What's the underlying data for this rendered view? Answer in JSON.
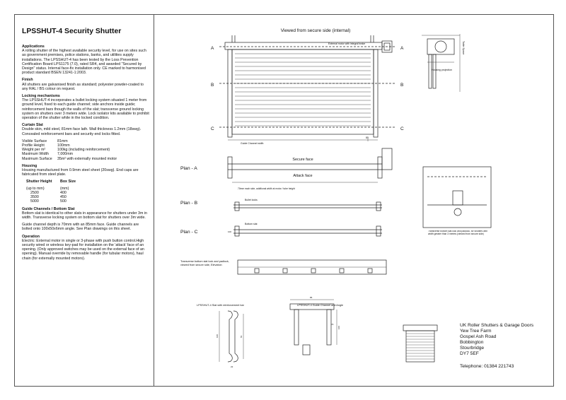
{
  "left": {
    "title": "LPSSHUT-4 Security Shutter",
    "applications_heading": "Applications",
    "applications_text": "A rolling shutter of the highest available security level, for use on sites such as government premises, police stations, banks, and utilities supply installations. The LPSSHUT-4 has been tested by the Loss Prevention Certification Board LPS1175 (7.0), rated SR4, and awarded \"Secured by Design\" status. Internal face-fix installation only. CE marked to harmonised product standard BSEN 13241-1:2003.",
    "finish_heading": "Finish",
    "finish_text": "All shutters are galvanised finish as standard; polyester powder-coated to any RAL / BS colour on request.",
    "locking_heading": "Locking mechanisms",
    "locking_text": "The LPSSHUT-4 incorporates a bullet locking system situated 1 meter from ground level, fixed to each guide channel; side anchors inside guide; reinforcement bars though the walls of the slat; transverse ground locking system on shutters over 3 meters wide. Lock isolator kits available to prohibit operation of the shutter while in the locked condition.",
    "curtain_heading": "Curtain Slat",
    "curtain_text": "Double skin, mild steel, 81mm face lath. Wall thickness 1.2mm (18swg). Concealed reinforcement bars and security end locks fitted.",
    "specs": [
      {
        "label": "Visible Surface",
        "value": "81mm"
      },
      {
        "label": "Profile Height",
        "value": "100mm"
      },
      {
        "label": "Weight per m²",
        "value": "100kg (including reinforcement)"
      },
      {
        "label": "Maximum Width",
        "value": "7,000mm"
      },
      {
        "label": "Maximum Surface",
        "value": "35m² with externally mounted motor"
      }
    ],
    "housing_heading": "Housing",
    "housing_text": "Housing manufactured from 0.9mm steel sheet (20swg). End caps are fabricated from steel plate.",
    "box_header_1": "Shutter Height",
    "box_header_2": "Box Size",
    "box_unit_1": "(up to mm)",
    "box_unit_2": "(mm)",
    "box_rows": [
      {
        "h": "2500",
        "b": "400"
      },
      {
        "h": "3500",
        "b": "450"
      },
      {
        "h": "5000",
        "b": "500"
      }
    ],
    "guide_heading": "Guide Channels / Bottom Slat",
    "guide_text": "Bottom slat is identical to other slats in appearance for shutters under 3m in width. Transverse locking system on bottom slat for shutters over 3m wide.",
    "guide_text2": "Guide channel depth is 70mm with an 85mm face. Guide channels are bolted onto 100x50x6mm angle. See Plan drawings on this sheet.",
    "operation_heading": "Operation",
    "operation_text": "Electric: External motor in single or 3-phase with push button control.High security wired or wireless key-pad for installation on the 'attack' face of an opening. (Only approved switches may be used on the external face of an opening). Manual override by removable handle (for tubular motors), haul chain (for externally mounted motors)."
  },
  "drawing": {
    "elevation_title": "Viewed from secure side (internal)",
    "motor_note": "External motor with integral brake",
    "section_a": "A",
    "section_b": "B",
    "section_c": "C",
    "guide_channel_note": "Guide Channel width",
    "guide_dim": "85",
    "side_label": "Table Space",
    "housing_projection": "Housing projection",
    "plan_a": "Plan - A",
    "plan_b": "Plan - B",
    "plan_c": "Plan - C",
    "secure_face": "Secure face",
    "attack_face": "Attack face",
    "plan_a_note": "70mm each side, additional width at motor / tube height",
    "bullet_locks": "Bullet locks",
    "bottom_slat": "Bottom slat",
    "plan_c_dim": "100",
    "transverse_elev_note": "Transverse bottom slat lock and padlock, viewed from secure side, Elevation",
    "transverse_detail_note": "Transverse bottom slat lock and padlock, for shutters with width greater than 3 metres (viewed from secure side)",
    "slat_title": "LPSSHUT-4 Slat with reinforcement bar",
    "slat_dim_height": "100",
    "slat_dim_visible": "81",
    "slat_dim_depth": "22",
    "guide_title": "LPSSHUT-4 Guide Channel and Angle",
    "guide_dim_top": "85",
    "guide_dim_inner": "73",
    "guide_dim_depth": "100"
  },
  "company": {
    "line1": "UK Roller Shutters & Garage Doors",
    "line2": "Yew Tree Farm",
    "line3": "Gospel Ash Road",
    "line4": "Bobbington",
    "line5": "Stourbridge",
    "line6": "DY7 5EF",
    "telephone": "Telephone: 01384 221743"
  }
}
